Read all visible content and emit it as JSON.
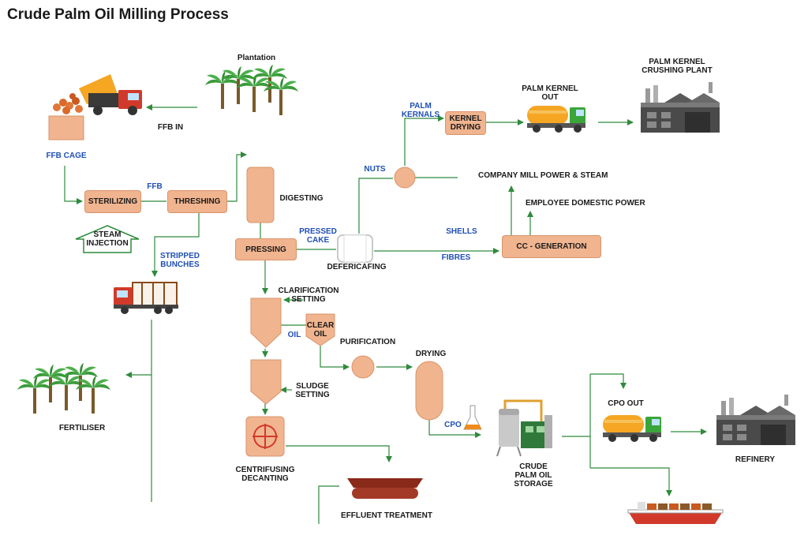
{
  "title": "Crude Palm Oil Milling Process",
  "colors": {
    "arrow": "#2e8b3c",
    "box": "#f0b48f",
    "box_border": "#d9946a",
    "label_blue": "#1f4fb4",
    "text": "#1a1a1a",
    "palm": "#3a9a3a",
    "trunk": "#7a5a2a",
    "truck_red": "#d13a2a",
    "tanker": "#f5a623",
    "building": "#4a4a4a"
  },
  "icons": [
    "dump-truck-icon",
    "palm-trees-icon",
    "fruit-bunch-icon",
    "lorry-icon",
    "tanker-truck-icon",
    "factory-icon",
    "cargo-ship-icon",
    "storage-tank-icon",
    "flask-icon",
    "effluent-tray-icon"
  ],
  "labels": {
    "plantation": "Plantation",
    "ffb_in": "FFB IN",
    "ffb_cage": "FFB CAGE",
    "ffb": "FFB",
    "steam_injection": "STEAM\nINJECTION",
    "stripped_bunches": "STRIPPED\nBUNCHES",
    "fertiliser": "FERTILISER",
    "digesting": "DIGESTING",
    "pressed_cake": "PRESSED\nCAKE",
    "defericafing": "DEFERICAFING",
    "nuts": "NUTS",
    "palm_kernals": "PALM\nKERNALS",
    "palm_kernel_out": "PALM KERNEL\nOUT",
    "palm_kernel_crushing_plant": "PALM KERNEL\nCRUSHING PLANT",
    "company_mill_power": "COMPANY MILL POWER & STEAM",
    "employee_domestic_power": "EMPLOYEE DOMESTIC POWER",
    "shells": "SHELLS",
    "fibres": "FIBRES",
    "clarification_setting": "CLARIFICATION\nSETTING",
    "oil": "OIL",
    "purification": "PURIFICATION",
    "drying": "DRYING",
    "sludge_setting": "SLUDGE\nSETTING",
    "centrifusing_decanting": "CENTRIFUSING\nDECANTING",
    "effluent_treatment": "EFFLUENT TREATMENT",
    "cpo": "CPO",
    "crude_palm_oil_storage": "CRUDE\nPALM OIL\nSTORAGE",
    "cpo_out": "CPO OUT",
    "refinery": "REFINERY"
  },
  "boxes": {
    "sterilizing": "STERILIZING",
    "threshing": "THRESHING",
    "pressing": "PRESSING",
    "kernel_drying": "KERNEL\nDRYING",
    "cc_generation": "CC - GENERATION",
    "clear_oil": "CLEAR\nOIL"
  }
}
